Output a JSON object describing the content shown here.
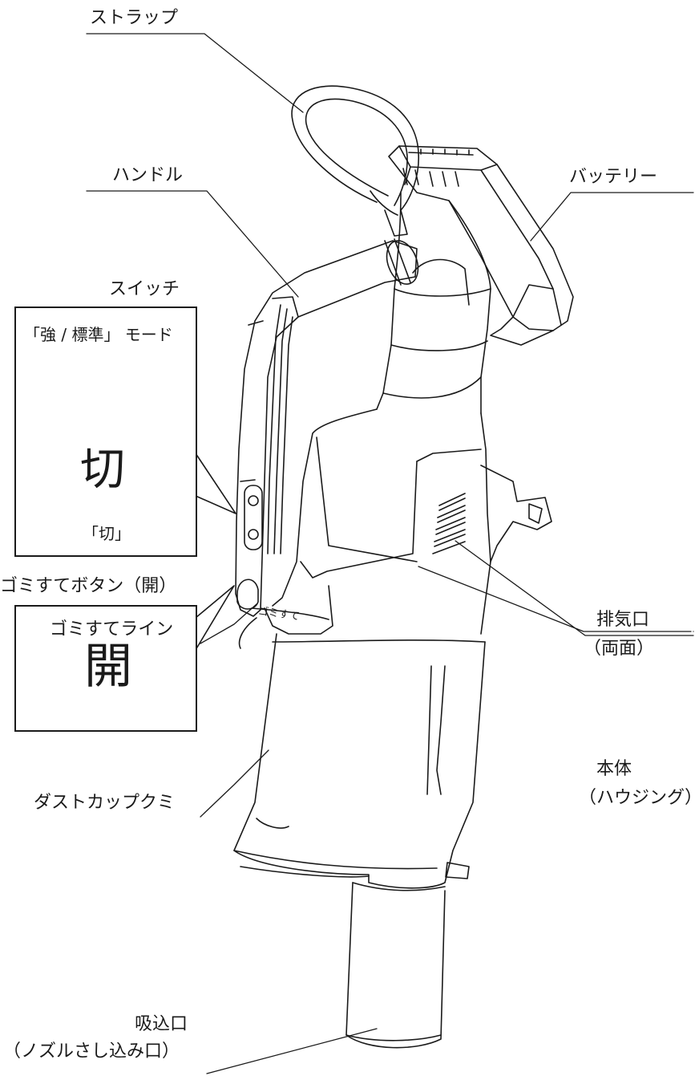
{
  "labels": {
    "strap": "ストラップ",
    "handle": "ハンドル",
    "battery": "バッテリー",
    "switch": "スイッチ",
    "mode": "「強 / 標準」 モード",
    "strong": "強",
    "standard": "標準",
    "off_big": "切",
    "off_caption": "「切」",
    "dust_button": "ゴミすてボタン（開）",
    "open_big": "開",
    "exhaust": "排気口",
    "exhaust_sub": "（両面）",
    "body": "本体",
    "body_sub": "（ハウジング）",
    "dust_line": "ゴミすてライン",
    "dust_line_mark": "ゴミすて",
    "dust_cup": "ダストカップクミ",
    "intake": "吸込口",
    "intake_sub": "（ノズルさし込み口）"
  },
  "colors": {
    "line": "#1a1a1a",
    "switch_off_fill": "#cfcfcf",
    "switch_top_fill": "#1a1a1a",
    "paper": "#ffffff"
  }
}
